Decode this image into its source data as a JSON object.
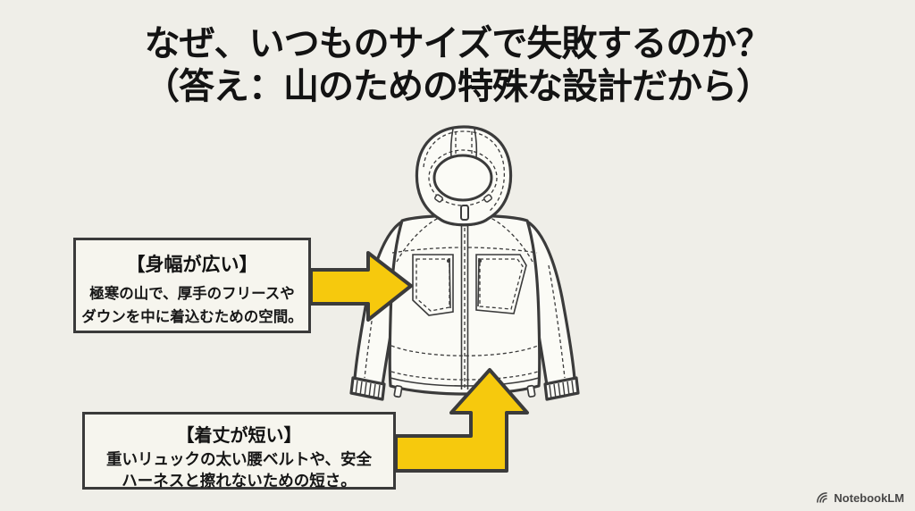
{
  "slide": {
    "title_line1": "なぜ、いつものサイズで失敗するのか？",
    "title_line2": "（答え：山のための特殊な設計だから）"
  },
  "callouts": {
    "body_width": {
      "title": "【身幅が広い】",
      "body_line1": "極寒の山で、厚手のフリースや",
      "body_line2": "ダウンを中に着込むための空間。"
    },
    "hem_length": {
      "title": "【着丈が短い】",
      "body_line1": "重いリュックの太い腰ベルトや、安全",
      "body_line2": "ハーネスと擦れないための短さ。"
    }
  },
  "illustration": {
    "name": "mountain-jacket-technical-flat-drawing"
  },
  "watermark": {
    "brand": "NotebookLM"
  },
  "colors": {
    "background": "#EFEEE8",
    "arrow_yellow": "#F6C90D",
    "outline_dark": "#3B3B3B",
    "box_background": "#F6F5EE",
    "text_black": "#141414"
  }
}
